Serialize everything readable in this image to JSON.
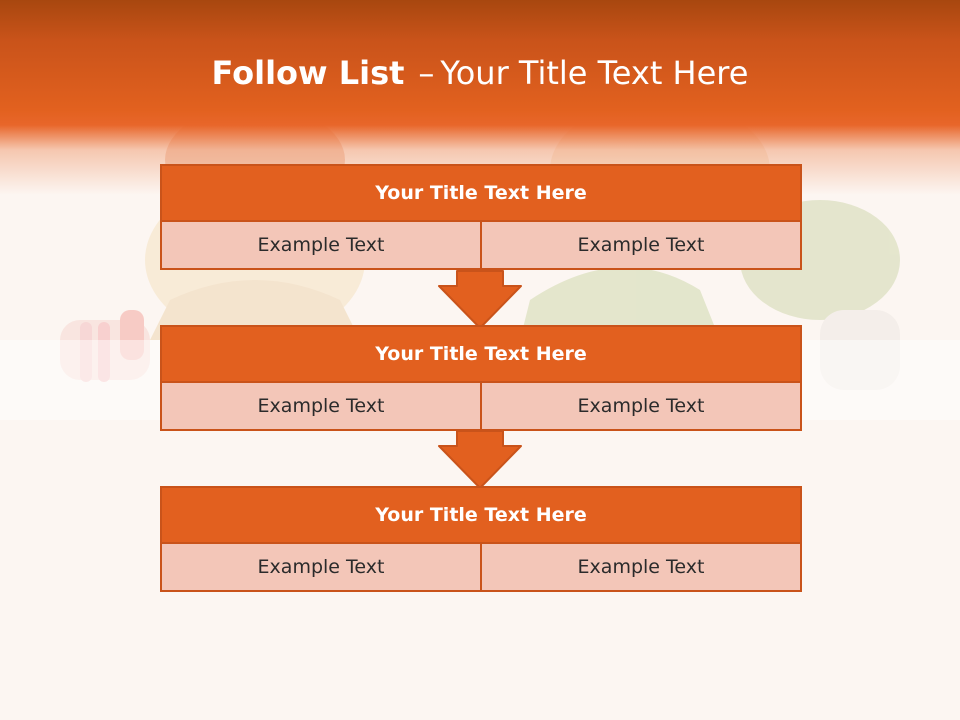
{
  "title": {
    "bold": "Follow List",
    "dash": "–",
    "rest": "Your Title Text Here"
  },
  "blocks": [
    {
      "title": "Your Title Text Here",
      "left": "Example Text",
      "right": "Example Text"
    },
    {
      "title": "Your Title Text Here",
      "left": "Example Text",
      "right": "Example Text"
    },
    {
      "title": "Your Title Text Here",
      "left": "Example Text",
      "right": "Example Text"
    }
  ],
  "colors": {
    "accent": "#e2601f",
    "border": "#c9531a",
    "cell_fill": "#f3c6b8",
    "background": "#fcf6f2"
  }
}
